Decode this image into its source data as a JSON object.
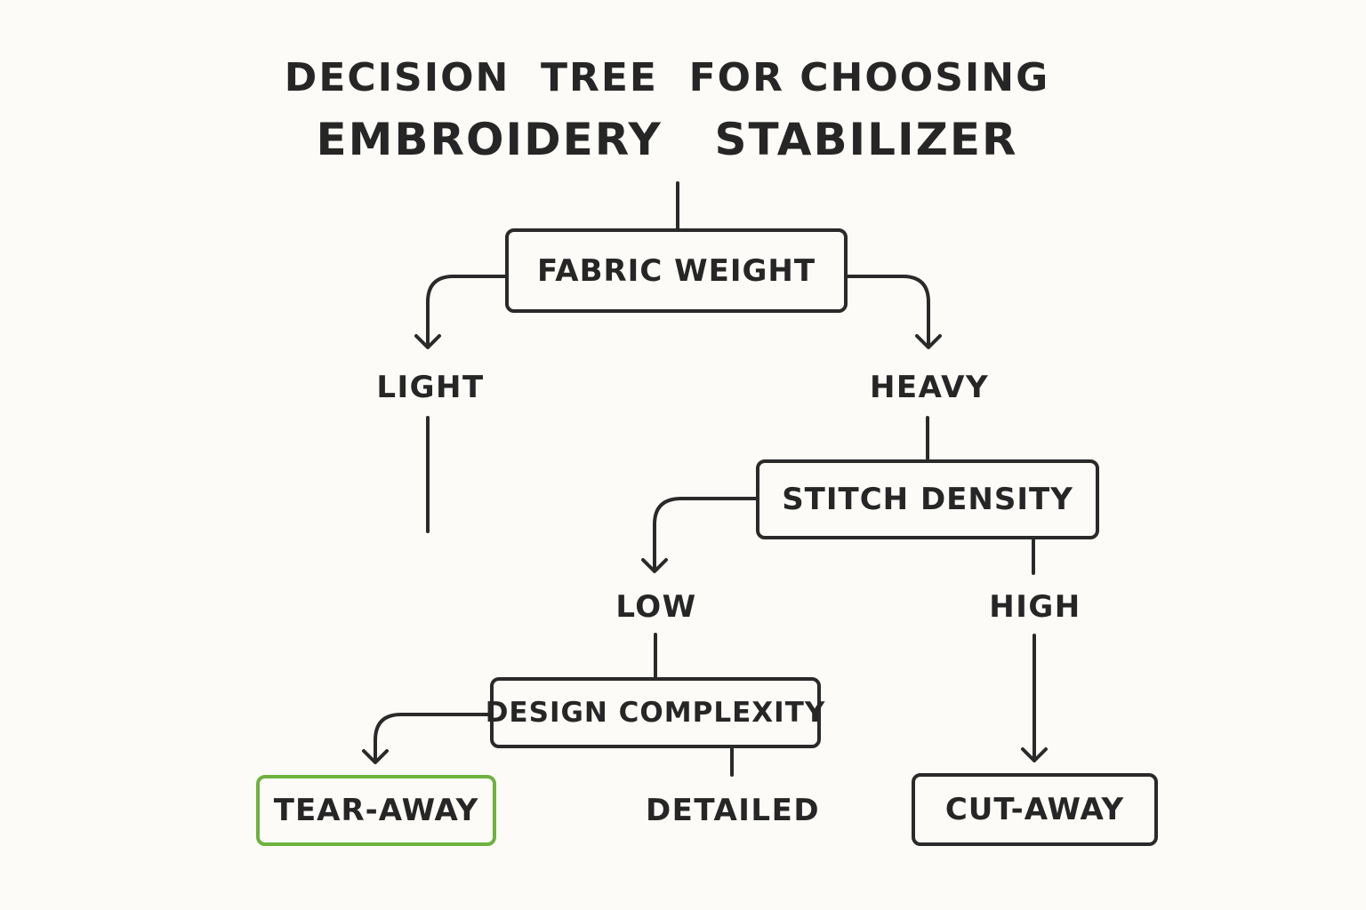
{
  "title": {
    "line1": "DECISION  TREE  FOR CHOOSING",
    "line2": "EMBROIDERY  STABILIZER"
  },
  "nodes": {
    "fabric_weight": "FABRIC WEIGHT",
    "stitch_density": "STITCH DENSITY",
    "design_complexity": "DESIGN COMPLEXITY",
    "tear_away": "TEAR-AWAY",
    "cut_away": "CUT-AWAY"
  },
  "branches": {
    "light": "LIGHT",
    "heavy": "HEAVY",
    "low": "LOW",
    "high": "HIGH",
    "detailed": "DETAILED"
  },
  "colors": {
    "background": "#fcfbf8",
    "stroke": "#2a2a2a",
    "highlight": "#6cb33e"
  }
}
